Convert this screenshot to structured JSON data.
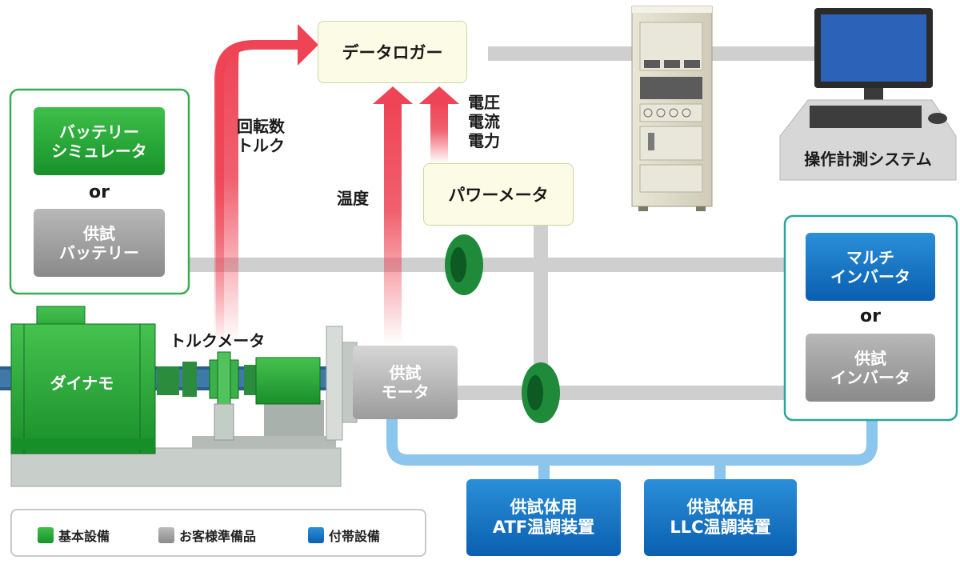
{
  "colors": {
    "basic_equipment": "#1f9a34",
    "customer_supplied": "#8f8f8f",
    "accessory_equipment": "#0b6ec2",
    "signal_arrow": "#ee4455",
    "cooling_line": "#7fbde8",
    "connector_line": "#c8c8c8"
  },
  "data_logger": {
    "label": "データロガー"
  },
  "signal_labels": {
    "speed_torque": [
      "回転数",
      "トルク"
    ],
    "temperature": "温度",
    "power_values": [
      "電圧",
      "電流",
      "電力"
    ]
  },
  "power_meter": {
    "label": "パワーメータ"
  },
  "control_system": {
    "label": "操作計測システム"
  },
  "battery_group": {
    "simulator": [
      "バッテリー",
      "シミュレータ"
    ],
    "or": "or",
    "test_battery": [
      "供試",
      "バッテリー"
    ]
  },
  "inverter_group": {
    "multi_inverter": [
      "マルチ",
      "インバータ"
    ],
    "or": "or",
    "test_inverter": [
      "供試",
      "インバータ"
    ]
  },
  "dynamo": {
    "label": "ダイナモ"
  },
  "torque_meter": {
    "label": "トルクメータ"
  },
  "test_motor": {
    "label": [
      "供試",
      "モータ"
    ]
  },
  "atf_unit": {
    "label": [
      "供試体用",
      "ATF温調装置"
    ]
  },
  "llc_unit": {
    "label": [
      "供試体用",
      "LLC温調装置"
    ]
  },
  "legend": {
    "items": [
      {
        "label": "基本設備",
        "color": "#1f9a34"
      },
      {
        "label": "お客様準備品",
        "color": "#8f8f8f"
      },
      {
        "label": "付帯設備",
        "color": "#0b6ec2"
      }
    ]
  }
}
